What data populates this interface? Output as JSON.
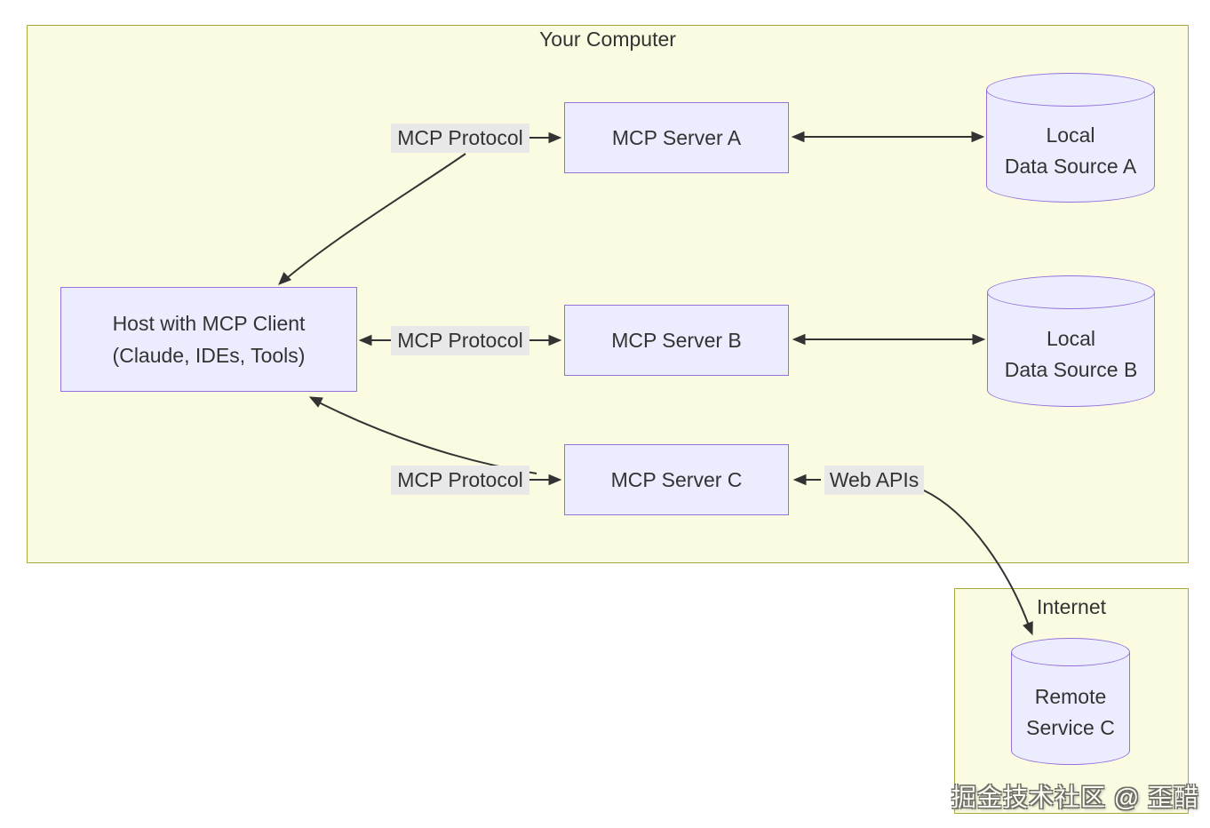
{
  "diagram": {
    "clusters": {
      "your_computer": {
        "title": "Your Computer"
      },
      "internet": {
        "title": "Internet"
      }
    },
    "nodes": {
      "host": {
        "line1": "Host with MCP Client",
        "line2": "(Claude, IDEs, Tools)"
      },
      "server_a": {
        "label": "MCP Server A"
      },
      "server_b": {
        "label": "MCP Server B"
      },
      "server_c": {
        "label": "MCP Server C"
      },
      "data_source_a": {
        "line1": "Local",
        "line2": "Data Source A"
      },
      "data_source_b": {
        "line1": "Local",
        "line2": "Data Source B"
      },
      "remote_service_c": {
        "line1": "Remote",
        "line2": "Service C"
      }
    },
    "edge_labels": {
      "mcp_protocol_a": "MCP Protocol",
      "mcp_protocol_b": "MCP Protocol",
      "mcp_protocol_c": "MCP Protocol",
      "web_apis": "Web APIs"
    },
    "edges": [
      {
        "from": "host",
        "to": "server_a",
        "label": "MCP Protocol",
        "bidirectional": true
      },
      {
        "from": "host",
        "to": "server_b",
        "label": "MCP Protocol",
        "bidirectional": true
      },
      {
        "from": "host",
        "to": "server_c",
        "label": "MCP Protocol",
        "bidirectional": true
      },
      {
        "from": "server_a",
        "to": "data_source_a",
        "label": "",
        "bidirectional": true
      },
      {
        "from": "server_b",
        "to": "data_source_b",
        "label": "",
        "bidirectional": true
      },
      {
        "from": "server_c",
        "to": "remote_service_c",
        "label": "Web APIs",
        "bidirectional": true
      }
    ],
    "watermark": "掘金技术社区 @ 歪醋",
    "colors": {
      "cluster_fill": "#fbfbe2",
      "cluster_border": "#a6a73a",
      "node_fill": "#ECECFF",
      "node_border": "#9370DB",
      "edge_label_bg": "#e8e8e8",
      "line": "#333333",
      "text": "#333333",
      "background": "#ffffff"
    }
  }
}
